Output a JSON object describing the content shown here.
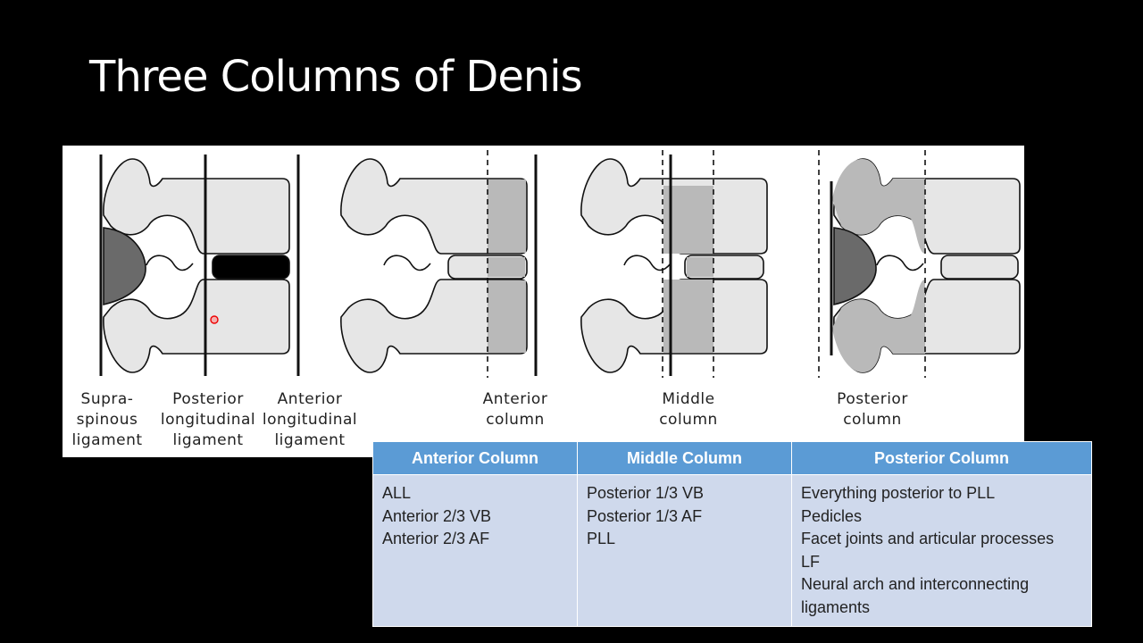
{
  "slide": {
    "title": "Three Columns of Denis"
  },
  "figure": {
    "labels": [
      {
        "id": "supraspinous",
        "text": "Supra-\nspinous\nligament"
      },
      {
        "id": "pll",
        "text": "Posterior\nlongitudinal\nligament"
      },
      {
        "id": "all",
        "text": "Anterior\nlongitudinal\nligament"
      },
      {
        "id": "anterior",
        "text": "Anterior\ncolumn"
      },
      {
        "id": "middle",
        "text": "Middle\ncolumn"
      },
      {
        "id": "posterior",
        "text": "Posterior\ncolumn"
      }
    ],
    "colors": {
      "bone": "#e6e6e6",
      "highlight": "#b9b9b9",
      "ligament_dark": "#6a6a6a",
      "disc_dark": "#000000",
      "outline": "#111111"
    }
  },
  "table": {
    "headers": [
      "Anterior Column",
      "Middle Column",
      "Posterior Column"
    ],
    "columns": [
      [
        "ALL",
        "Anterior 2/3 VB",
        "Anterior 2/3 AF"
      ],
      [
        "Posterior 1/3 VB",
        "Posterior 1/3 AF",
        "PLL"
      ],
      [
        "Everything posterior to PLL",
        "Pedicles",
        "Facet joints and articular processes",
        "LF",
        "Neural arch and interconnecting ligaments"
      ]
    ],
    "colors": {
      "header_bg": "#5b9bd5",
      "cell_bg": "#cfd9ec"
    }
  }
}
